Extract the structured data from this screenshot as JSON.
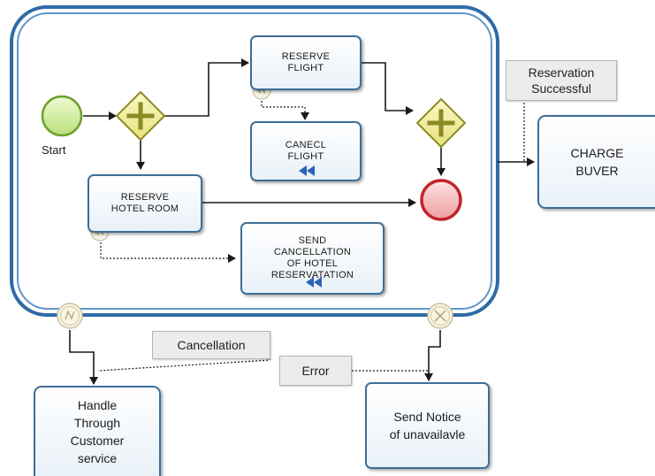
{
  "colors": {
    "flow_line": "#1a1a1a",
    "subprocess_border": "#2f6aa6",
    "gateway_fill": "#f3f0a0",
    "gateway_stroke": "#8c8a24",
    "start_fill": "#d7f0a3",
    "end_fill": "#f5c9c9",
    "end_stroke": "#c0252b",
    "compensation_marker": "#2d63b8"
  },
  "events": {
    "start_label": "Start",
    "boundary_cancel_icon": "cancel-event-icon",
    "boundary_error_icon": "error-event-icon"
  },
  "tasks": {
    "reserve_flight": "RESERVE\nFLIGHT",
    "cancel_flight": "CANECL\nFLIGHT",
    "reserve_hotel": "RESERVE\nHOTEL ROOM",
    "send_cancellation": "SEND\nCANCELLATION\nOF HOTEL\nRESERVATATION",
    "charge_buyer": "CHARGE\nBUVER",
    "handle_customer_service": "Handle\nThrough\nCustomer\nservice",
    "send_notice": "Send Notice\nof unavailavle"
  },
  "annotations": {
    "reservation_successful": "Reservation\nSuccessful",
    "cancellation": "Cancellation",
    "error": "Error"
  }
}
